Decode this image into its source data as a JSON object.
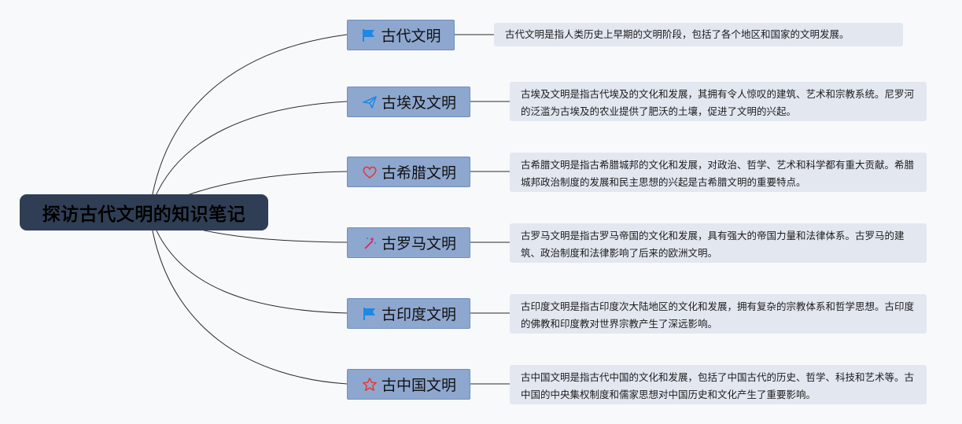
{
  "root": {
    "title": "探访古代文明的知识笔记"
  },
  "colors": {
    "root_bg": "#2f3e55",
    "topic_bg": "#8ea7cf",
    "note_bg": "#e2e7f0",
    "line": "#2b2b2b",
    "icon_blue": "#1e88e5",
    "icon_red": "#e53935",
    "icon_pink": "#e91e63"
  },
  "topics": [
    {
      "label": "古代文明",
      "icon": "flag-icon",
      "note": "古代文明是指人类历史上早期的文明阶段，包括了各个地区和国家的文明发展。"
    },
    {
      "label": "古埃及文明",
      "icon": "paper-plane-icon",
      "note": "古埃及文明是指古代埃及的文化和发展，其拥有令人惊叹的建筑、艺术和宗教系统。尼罗河的泛滥为古埃及的农业提供了肥沃的土壤，促进了文明的兴起。"
    },
    {
      "label": "古希腊文明",
      "icon": "heart-icon",
      "note": "古希腊文明是指古希腊城邦的文化和发展，对政治、哲学、艺术和科学都有重大贡献。希腊城邦政治制度的发展和民主思想的兴起是古希腊文明的重要特点。"
    },
    {
      "label": "古罗马文明",
      "icon": "magic-wand-icon",
      "note": "古罗马文明是指古罗马帝国的文化和发展，具有强大的帝国力量和法律体系。古罗马的建筑、政治制度和法律影响了后来的欧洲文明。"
    },
    {
      "label": "古印度文明",
      "icon": "flag-icon",
      "note": "古印度文明是指古印度次大陆地区的文化和发展，拥有复杂的宗教体系和哲学思想。古印度的佛教和印度教对世界宗教产生了深远影响。"
    },
    {
      "label": "古中国文明",
      "icon": "star-icon",
      "note": "古中国文明是指古代中国的文化和发展，包括了中国古代的历史、哲学、科技和艺术等。古中国的中央集权制度和儒家思想对中国历史和文化产生了重要影响。"
    }
  ]
}
